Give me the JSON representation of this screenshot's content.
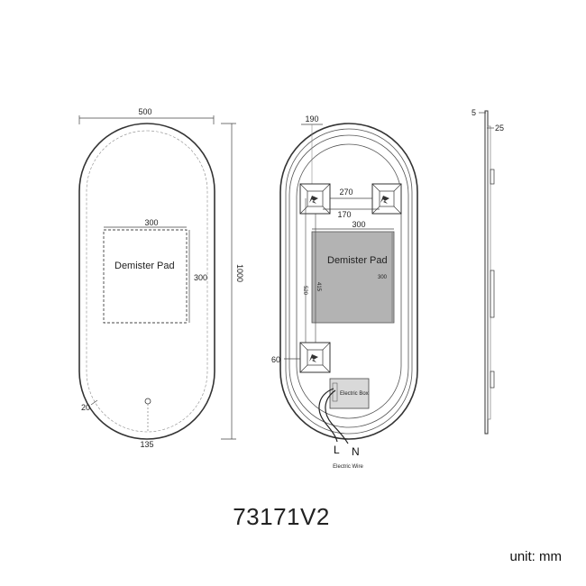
{
  "front_view": {
    "width_dim": "500",
    "height_dim": "1000",
    "pad_width_dim": "300",
    "pad_height_dim": "300",
    "pad_label": "Demister Pad",
    "corner_dim": "20",
    "switch_dim": "135"
  },
  "back_view": {
    "bracket_offset_dim": "190",
    "bracket_span_outer_dim": "270",
    "bracket_span_inner_dim": "170",
    "pad_width_dim": "300",
    "pad_label": "Demister Pad",
    "pad_height_dim": "300",
    "height_415_dim": "415",
    "height_520_dim": "520",
    "bottom_offset_dim": "60",
    "electric_box_label": "Electric Box",
    "wire_live": "L",
    "wire_neutral": "N",
    "electric_wire_label": "Electric Wire"
  },
  "side_view": {
    "thickness_dim": "5",
    "depth_dim": "25"
  },
  "model_number": "73171V2",
  "unit_label": "unit: mm"
}
